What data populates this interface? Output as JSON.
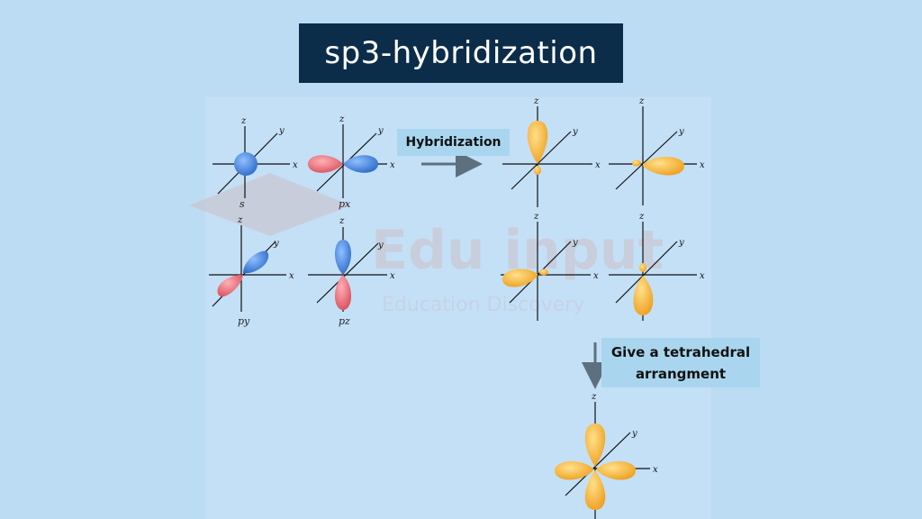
{
  "title": "sp3-hybridization",
  "labels": {
    "hybridization": "Hybridization",
    "tetrahedral": "Give a tetrahedral arrangment"
  },
  "axes": {
    "x": "x",
    "y": "y",
    "z": "z"
  },
  "orbital_captions": {
    "s": "s",
    "px": "px",
    "py": "py",
    "pz": "pz"
  },
  "watermark": {
    "brand": "Edu input",
    "tagline": "Education Discovery"
  },
  "colors": {
    "background": "#bcdcf3",
    "title_bg": "#0c2d4a",
    "label_bg": "#a9d6ee",
    "orbital_blue": "#3f7fd6",
    "orbital_red": "#e56d78",
    "orbital_orange": "#f5b02a",
    "arrow": "#5d7080"
  }
}
